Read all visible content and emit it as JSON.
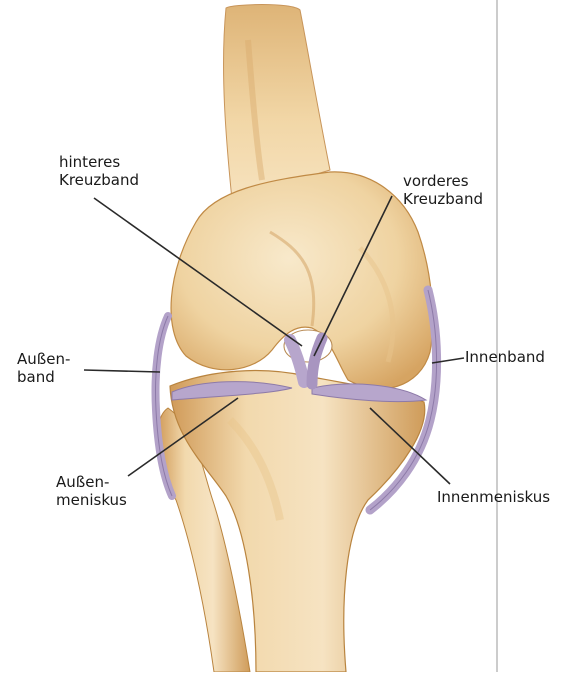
{
  "labels": {
    "hinteres_kreuzband": {
      "line1": "hinteres",
      "line2": "Kreuzband"
    },
    "vorderes_kreuzband": {
      "line1": "vorderes",
      "line2": "Kreuzband"
    },
    "aussenband": {
      "line1": "Außen-",
      "line2": "band"
    },
    "innenband": "Innenband",
    "aussenmeniskus": {
      "line1": "Außen-",
      "line2": "meniskus"
    },
    "innenmeniskus": "Innenmeniskus"
  },
  "colors": {
    "bone_light": "#f4ddb2",
    "bone_mid": "#e4bd80",
    "bone_dark": "#c08a45",
    "ligament": "#b7a6cc",
    "ligament_edge": "#8d7aa8",
    "pointer": "#2a2a2a",
    "divider": "#8f8f8f"
  }
}
